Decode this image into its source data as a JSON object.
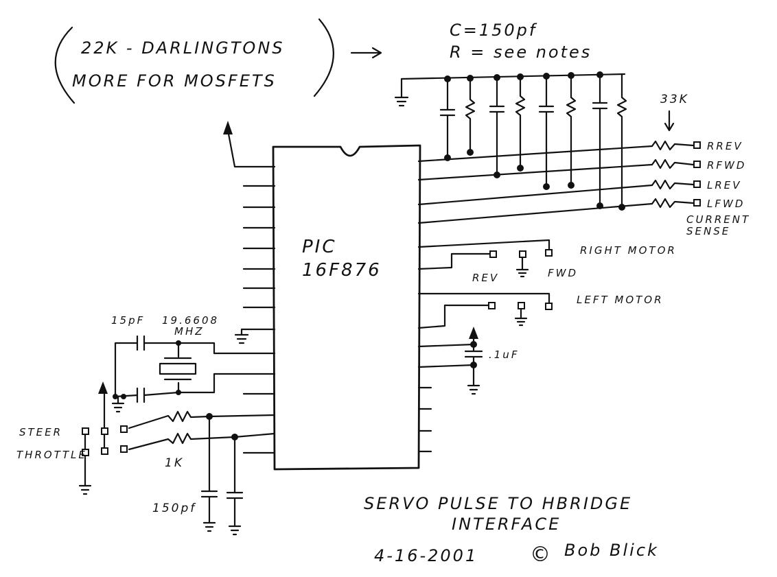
{
  "notes": {
    "note_line1": "22K - DARLINGTONS",
    "note_line2": "MORE FOR MOSFETS",
    "cap_value": "C=150pf",
    "res_value": "R = see notes"
  },
  "chip": {
    "name_line1": "PIC",
    "name_line2": "16F876"
  },
  "current_sense": {
    "resistor_value": "33K",
    "outputs": [
      "RREV",
      "RFWD",
      "LREV",
      "LFWD"
    ],
    "caption_line1": "CURRENT",
    "caption_line2": "SENSE"
  },
  "motors": {
    "right_label": "RIGHT MOTOR",
    "left_label": "LEFT MOTOR",
    "rev_label": "REV",
    "fwd_label": "FWD"
  },
  "bypass": {
    "cap_value": ".1uF"
  },
  "oscillator": {
    "cap_value": "15pF",
    "crystal_freq": "19.6608",
    "crystal_unit": "MHZ"
  },
  "inputs": {
    "steer_label": "STEER",
    "throttle_label": "THROTTLE",
    "resistor_value": "1K",
    "cap_value": "150pf"
  },
  "title": {
    "line1": "SERVO PULSE TO HBRIDGE",
    "line2": "INTERFACE"
  },
  "footer": {
    "date": "4-16-2001",
    "copyright_symbol": "©",
    "author": "Bob Blick"
  }
}
